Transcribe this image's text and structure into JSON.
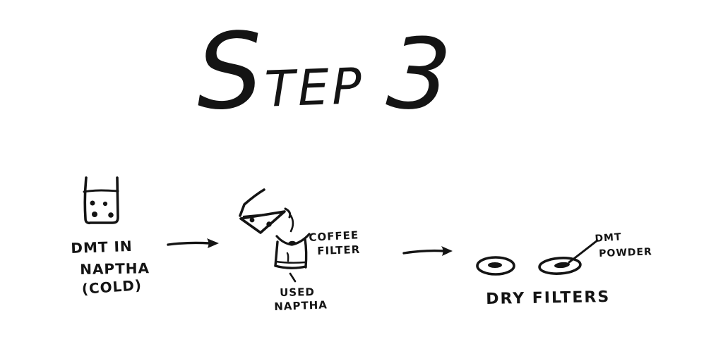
{
  "colors": {
    "ink": "#141414",
    "background": "#ffffff"
  },
  "title": {
    "word": "STEP",
    "number": "3"
  },
  "stage1": {
    "drawing": "beaker-with-crystal-dots",
    "lines": [
      "DMT IN",
      "NAPTHA",
      "(COLD)"
    ]
  },
  "stage2": {
    "drawing": "tilted-beaker-pouring-into-filter-cup",
    "filter_label": [
      "COFFEE",
      "FILTER"
    ],
    "bottom_label": [
      "USED",
      "NAPTHA"
    ]
  },
  "stage3": {
    "drawing": "two-oval-dry-filters",
    "pointer_label": [
      "DMT",
      "POWDER"
    ],
    "caption": "DRY FILTERS"
  }
}
